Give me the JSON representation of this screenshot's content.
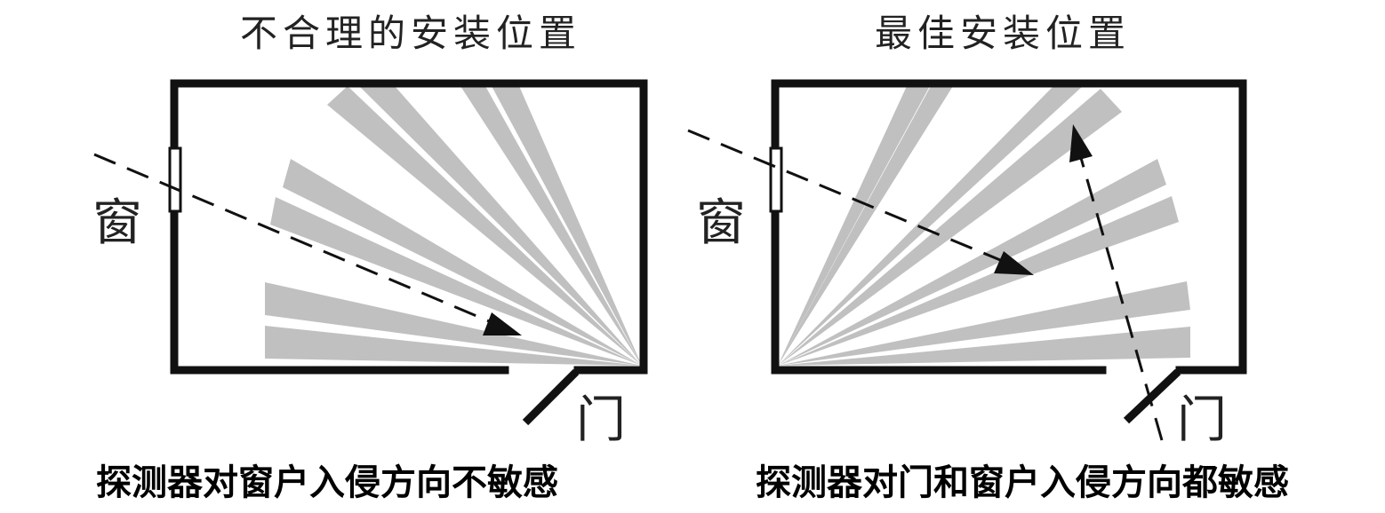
{
  "left_panel": {
    "title": "不合理的安装位置",
    "window_label": "窗",
    "door_label": "门",
    "caption": "探测器对窗户入侵方向不敏感"
  },
  "right_panel": {
    "title": "最佳安装位置",
    "window_label": "窗",
    "door_label": "门",
    "caption": "探测器对门和窗户入侵方向都敏感"
  },
  "colors": {
    "wall": "#111111",
    "beam": "#c0c0c0",
    "background": "#ffffff"
  }
}
